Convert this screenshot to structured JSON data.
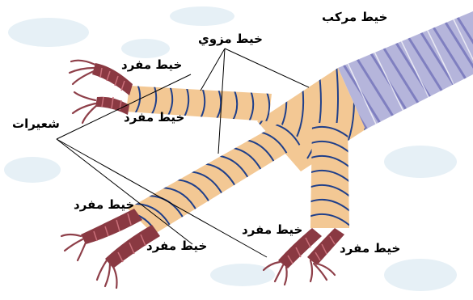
{
  "labels": {
    "compound": "خيط مركب",
    "plied": "خيط مزوي",
    "single": "خيط مفرد",
    "fibers": "شعيرات"
  },
  "colors": {
    "background_texture": "#e6f0f6",
    "compound_rope": "#b5b5db",
    "compound_stripe": "#7f7fc0",
    "plied_rope": "#f3c894",
    "plied_stripe": "#1f3f8a",
    "single_rope": "#8a3942",
    "single_stripe": "#c9707a",
    "fiber": "#8e3f49",
    "leader_line": "#000000"
  }
}
